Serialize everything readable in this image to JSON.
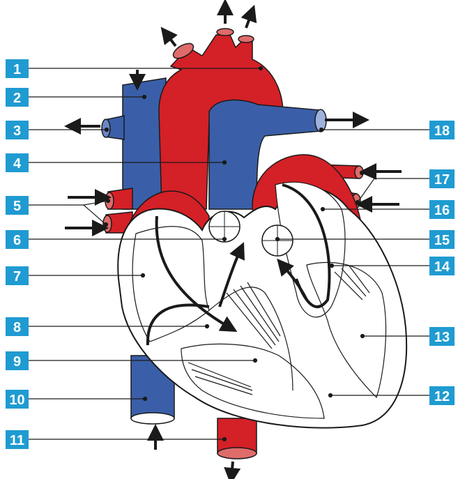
{
  "colors": {
    "artery": "#d42027",
    "vein": "#3a5fa8",
    "outline": "#1a1a1a",
    "chamber_fill": "#ffffff",
    "label_box": "#1f9bd1",
    "label_text": "#ffffff"
  },
  "labels": [
    {
      "id": "label-1",
      "text": "1"
    },
    {
      "id": "label-2",
      "text": "2"
    },
    {
      "id": "label-3",
      "text": "3"
    },
    {
      "id": "label-4",
      "text": "4"
    },
    {
      "id": "label-5",
      "text": "5"
    },
    {
      "id": "label-6",
      "text": "6"
    },
    {
      "id": "label-7",
      "text": "7"
    },
    {
      "id": "label-8",
      "text": "8"
    },
    {
      "id": "label-9",
      "text": "9"
    },
    {
      "id": "label-10",
      "text": "10"
    },
    {
      "id": "label-11",
      "text": "11"
    },
    {
      "id": "label-12",
      "text": "12"
    },
    {
      "id": "label-13",
      "text": "13"
    },
    {
      "id": "label-14",
      "text": "14"
    },
    {
      "id": "label-15",
      "text": "15"
    },
    {
      "id": "label-16",
      "text": "16"
    },
    {
      "id": "label-17",
      "text": "17"
    },
    {
      "id": "label-18",
      "text": "18"
    }
  ],
  "icons": {
    "flow_arrow": "arrow-icon"
  }
}
